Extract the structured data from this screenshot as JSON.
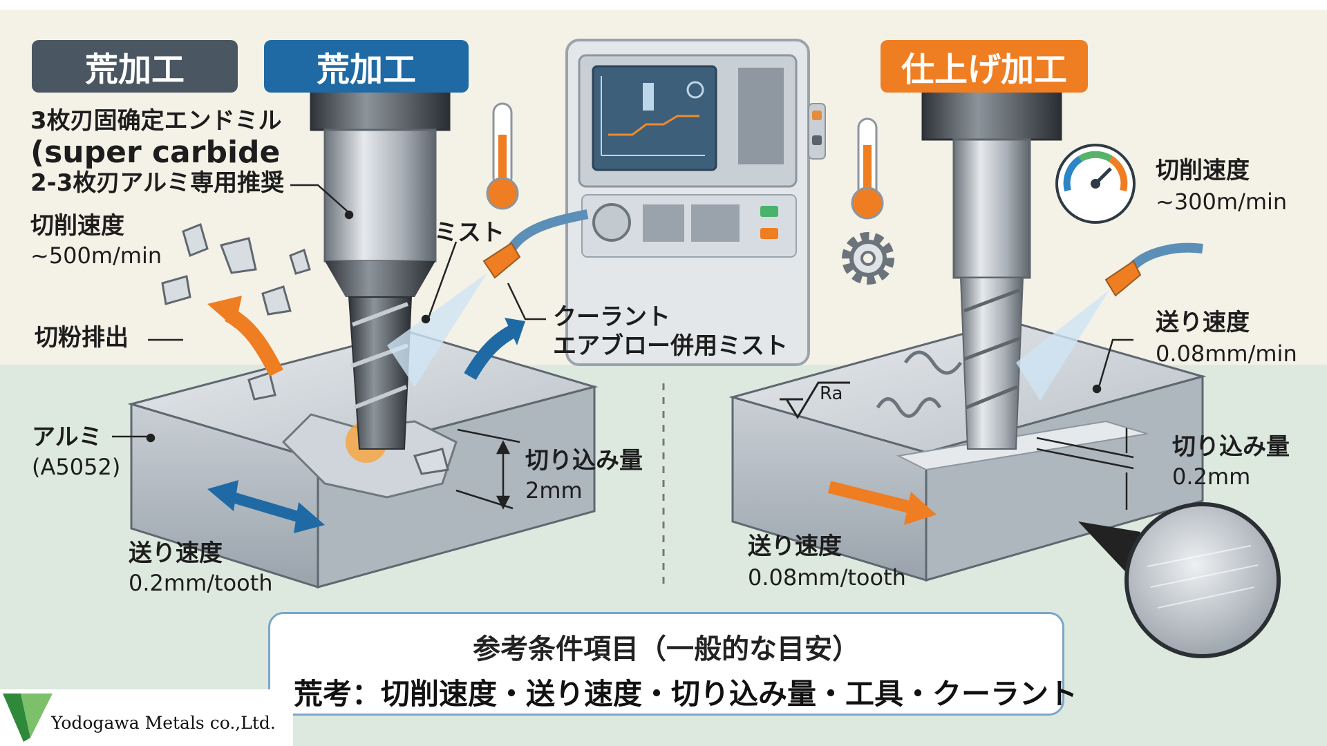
{
  "tabs": {
    "rough_gray": "荒加工",
    "rough_blue": "荒加工",
    "finish": "仕上げ加工"
  },
  "colors": {
    "gray_tab": "#4a5661",
    "blue_tab": "#1f6aa5",
    "orange_tab": "#ef7d22",
    "bg_top": "#f4f1e7",
    "bg_bottom": "#dde9df"
  },
  "rough": {
    "tool_line1": "3枚刃固确定エンドミル",
    "tool_line2": "(super carbide",
    "tool_line3": "2-3枚刃アルミ専用推奨",
    "speed_label": "切削速度",
    "speed_value": "~500m/min",
    "chip_label": "切粉排出",
    "mist_label": "ミスト",
    "coolant_line1": "クーラント",
    "coolant_line2": "エアブロー併用ミスト",
    "material_label": "アルミ",
    "material_code": "(A5052)",
    "depth_label": "切り込み量",
    "depth_value": "2mm",
    "feed_label": "送り速度",
    "feed_value": "0.2mm/tooth"
  },
  "finish": {
    "speed_label": "切削速度",
    "speed_value": "~300m/min",
    "feed_label": "送り速度",
    "feed_value": "0.08mm/min",
    "roughness_symbol": "Ra",
    "depth_label": "切り込み量",
    "depth_value": "0.2mm",
    "feed2_label": "送り速度",
    "feed2_value": "0.08mm/tooth"
  },
  "conditions": {
    "title": "参考条件項目（一般的な目安）",
    "items": "荒考：切削速度・送り速度・切り込み量・工具・クーラント"
  },
  "brand": {
    "name": "Yodogawa Metals co.,Ltd."
  },
  "icons": [
    "thermometer-icon",
    "gauge-icon",
    "gear-icon",
    "surface-roughness-icon",
    "cnc-control-panel-icon"
  ]
}
